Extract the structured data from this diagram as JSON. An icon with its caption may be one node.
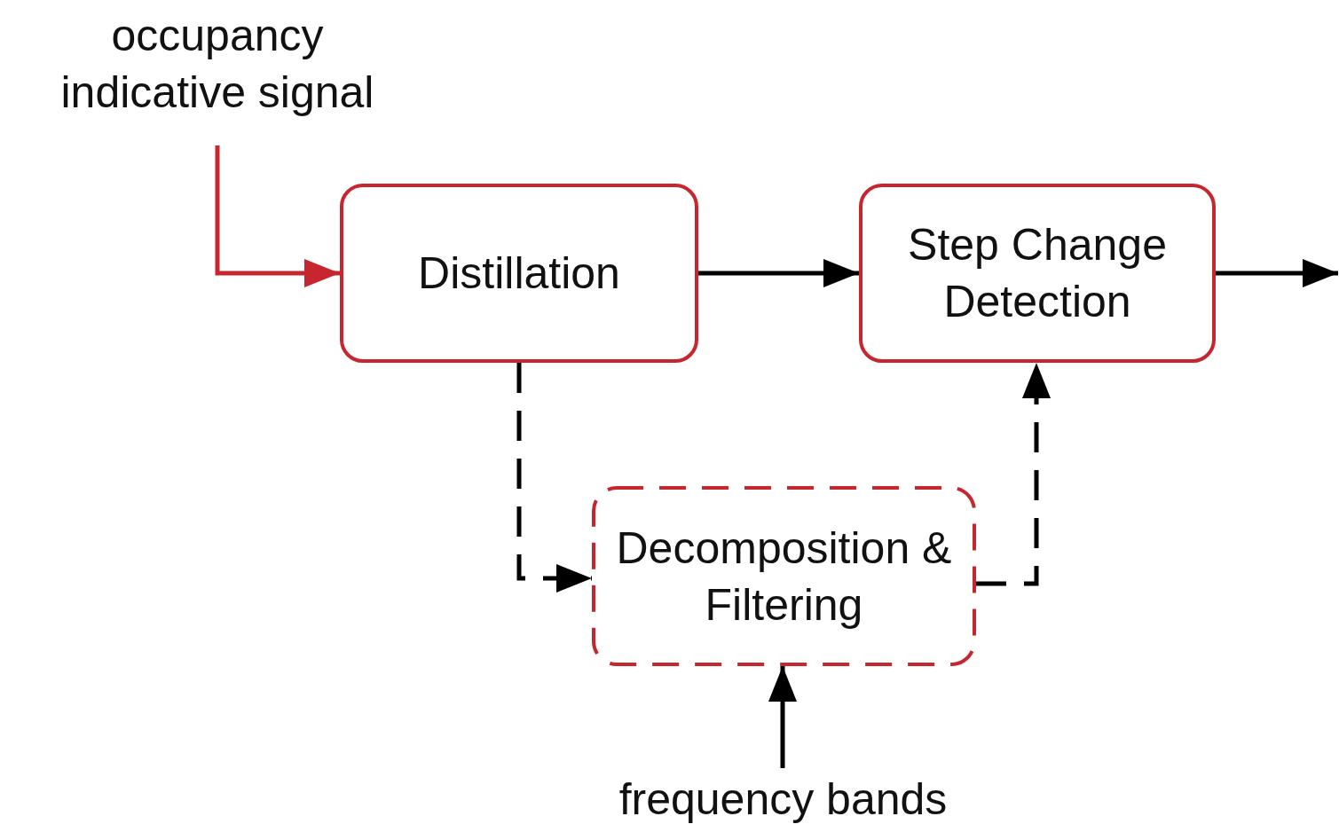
{
  "diagram": {
    "nodes": [
      {
        "text": [
          "occupancy indicative signal"
        ]
      },
      {
        "text": [
          "Distillation"
        ]
      },
      {
        "text": [
          "Step Change Detection"
        ]
      },
      {
        "text": [
          "Decomposition & Filtering"
        ]
      },
      {
        "text": [
          "frequency bands"
        ]
      }
    ],
    "edges": [
      {
        "from": 0,
        "to": 1,
        "arrow": "to",
        "color": "#c8262f"
      },
      {
        "from": 1,
        "to": 2,
        "arrow": "to"
      },
      {
        "from": 2,
        "to": null,
        "arrow": "to"
      },
      {
        "from": 1,
        "to": 3,
        "arrow": "to",
        "style": "dashed"
      },
      {
        "from": 3,
        "to": 2,
        "arrow": "to",
        "style": "dashed"
      },
      {
        "from": 4,
        "to": 3,
        "arrow": "to"
      }
    ]
  }
}
